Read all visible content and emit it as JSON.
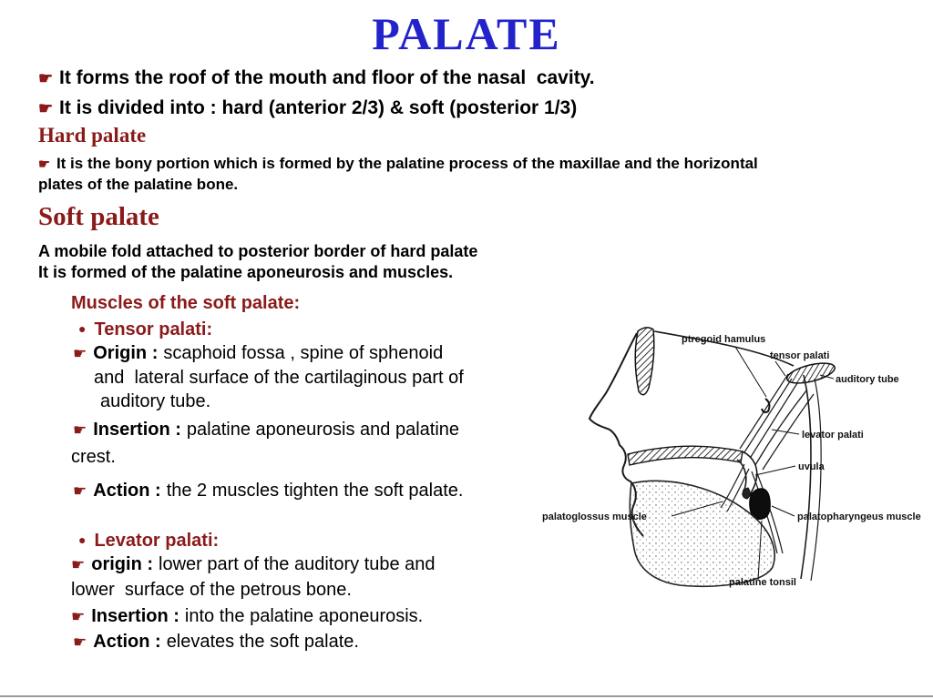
{
  "title": "PALATE",
  "colors": {
    "title_blue": "#2323CB",
    "accent_dark_red": "#8B1A1A",
    "text_black": "#000000"
  },
  "icons": {
    "pointer_bullet": "☛",
    "dot_bullet": "●"
  },
  "intro": {
    "line1": "It forms the roof of the mouth and floor of the nasal  cavity.",
    "line2": "It is divided into : hard (anterior 2/3) & soft (posterior 1/3)"
  },
  "hard_palate": {
    "heading": "Hard palate",
    "line1": "It is the bony portion which is formed by the palatine process of the maxillae and the horizontal",
    "line2": "plates of the palatine bone."
  },
  "soft_palate": {
    "heading": "Soft palate",
    "line1": "A mobile fold attached to posterior border of hard palate",
    "line2": "It is formed of the palatine aponeurosis and muscles."
  },
  "muscles": {
    "heading": "Muscles of the soft palate:",
    "tensor": {
      "name": "Tensor palati:",
      "origin_label": "Origin :",
      "origin_line1": "scaphoid fossa , spine of sphenoid",
      "origin_line2": "and  lateral surface of the cartilaginous part of",
      "origin_line3": "auditory tube.",
      "insertion_label": "Insertion :",
      "insertion_line1": "palatine aponeurosis and palatine",
      "insertion_line2": "crest.",
      "action_label": "Action :",
      "action_text": "the 2 muscles tighten the soft palate."
    },
    "levator": {
      "name": "Levator palati:",
      "origin_label": "origin :",
      "origin_line1": "lower part of the auditory tube and",
      "origin_line2": "lower  surface of the petrous bone.",
      "insertion_label": "Insertion :",
      "insertion_text": "into the palatine aponeurosis.",
      "action_label": "Action :",
      "action_text": "elevates the soft palate."
    }
  },
  "diagram": {
    "labels": {
      "pterygoid_hamulus": "ptregoid hamulus",
      "tensor_palati": "tensor palati",
      "auditory_tube": "auditory tube",
      "levator_palati": "levator palati",
      "uvula": "uvula",
      "palatoglossus": "palatoglossus muscle",
      "palatopharyngeus": "palatopharyngeus muscle",
      "palatine_tonsil": "palatine tonsil"
    }
  }
}
